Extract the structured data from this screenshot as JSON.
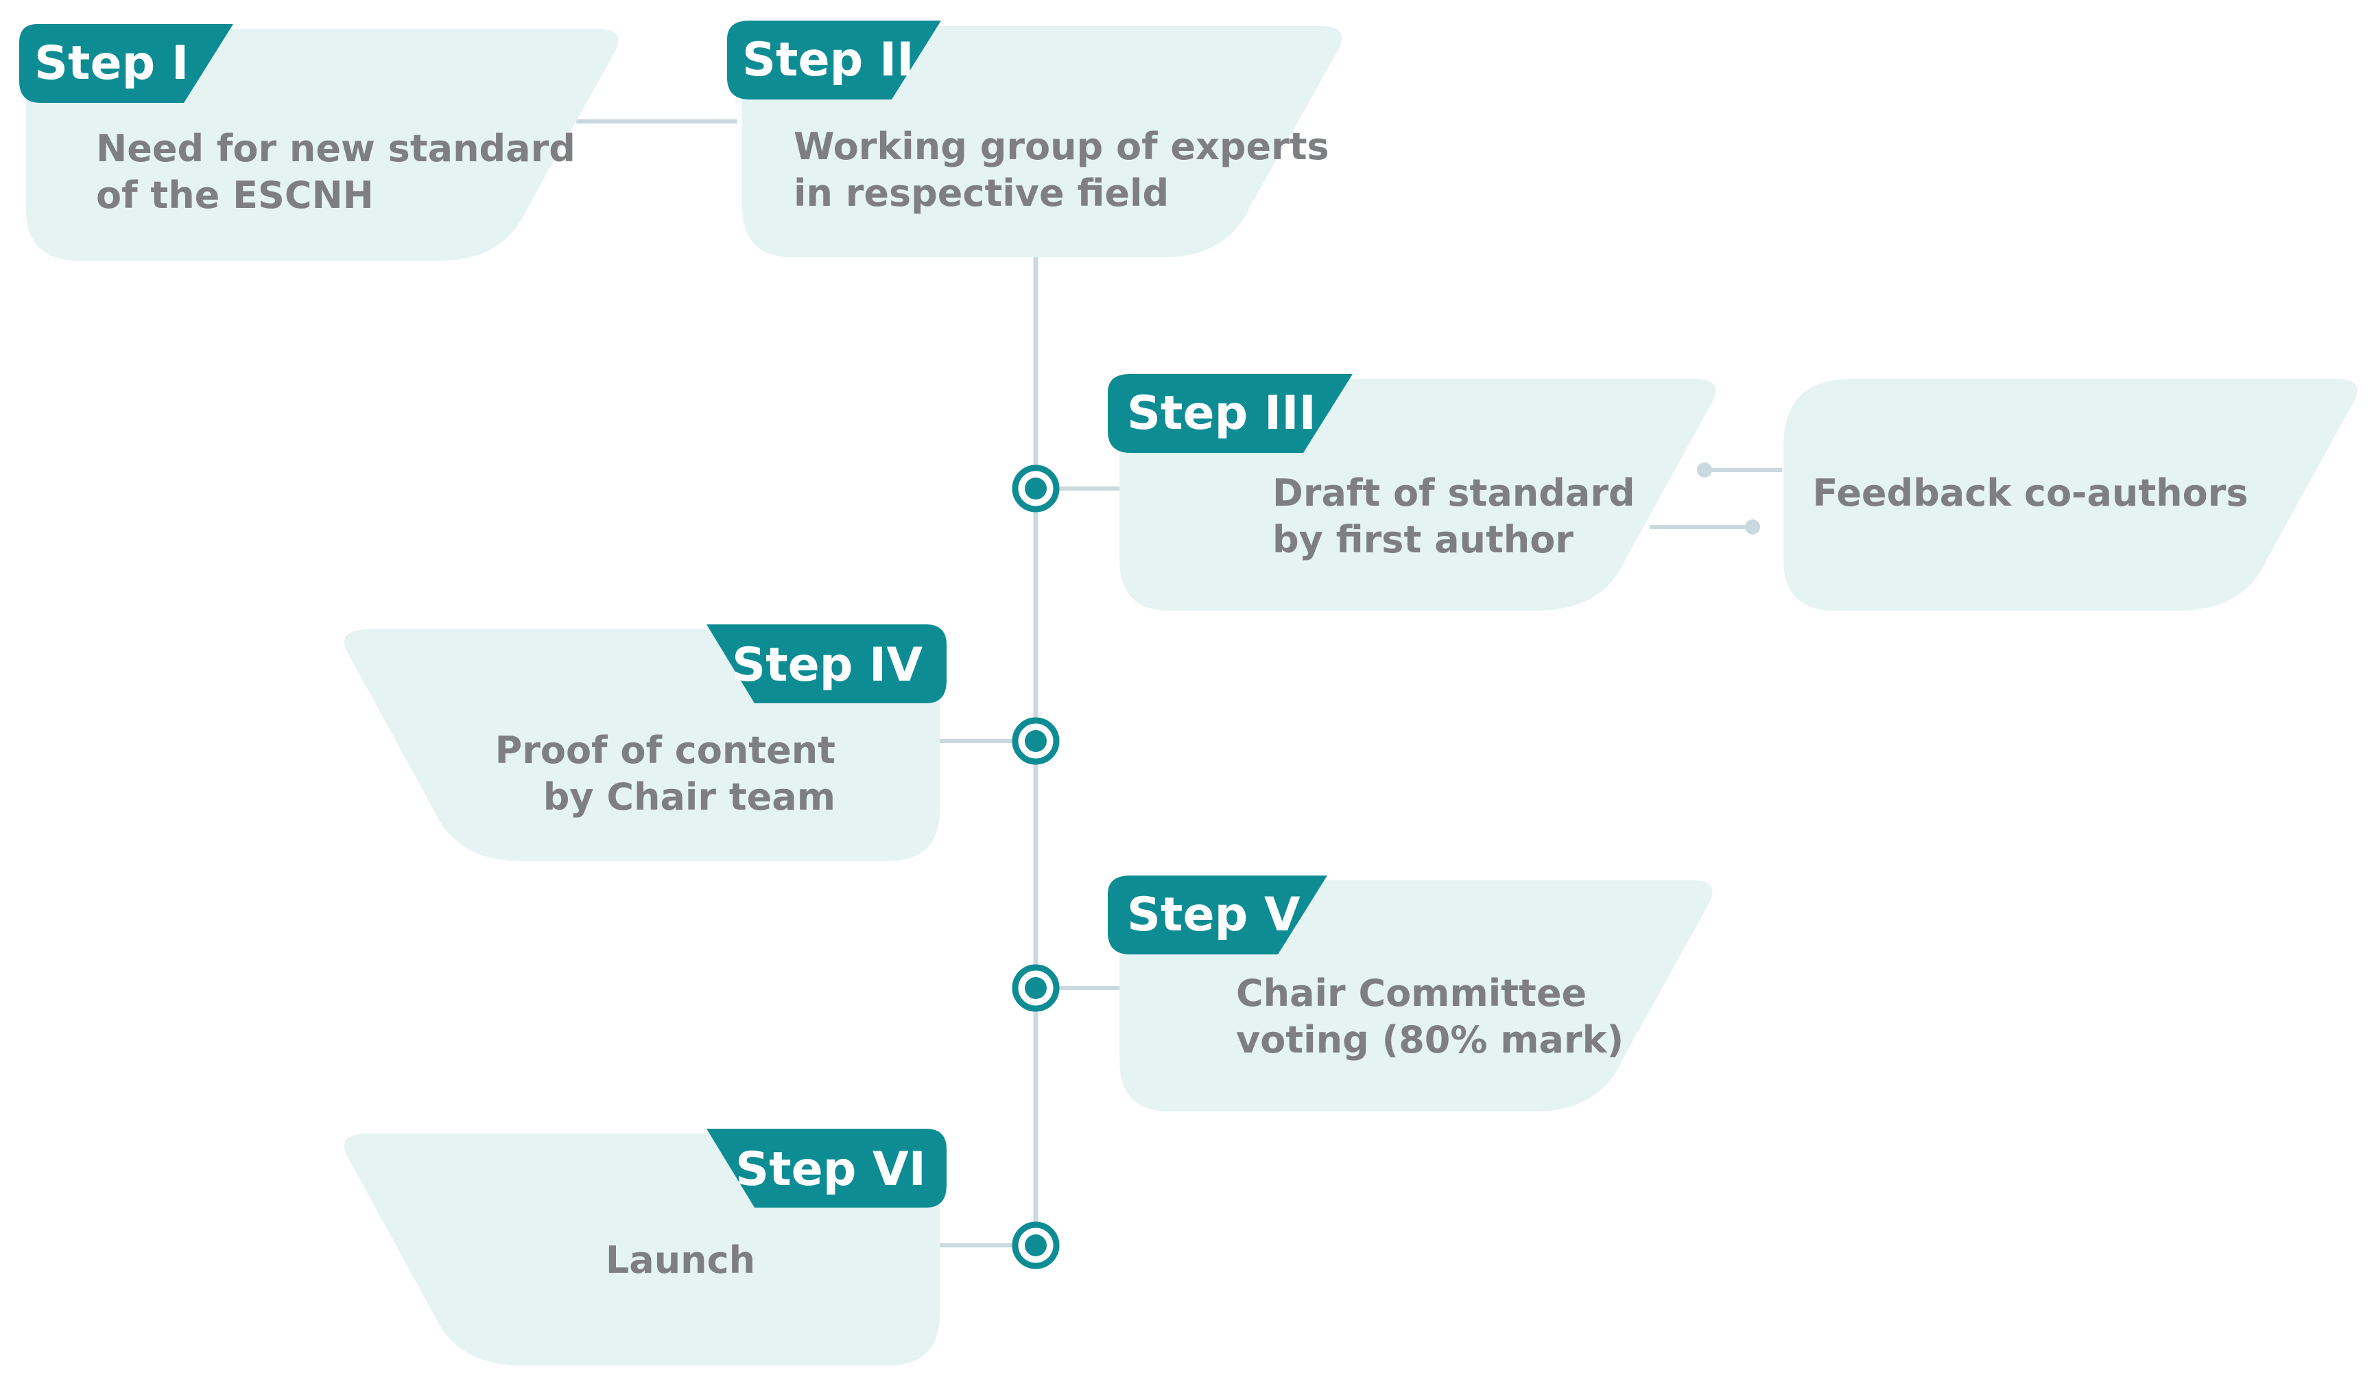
{
  "colors": {
    "box_fill": "#e6f3f3",
    "tab_fill": "#0e8c94",
    "connector": "#c9d9df",
    "node_ring": "#0e8c94",
    "box_text": "#7e7f82",
    "tab_text": "#ffffff"
  },
  "steps": [
    {
      "tab": "Step I",
      "lines": [
        "Need for new standard",
        "of the ESCNH"
      ]
    },
    {
      "tab": "Step II",
      "lines": [
        "Working group of experts",
        "in respective field"
      ]
    },
    {
      "tab": "Step III",
      "lines": [
        "Draft of standard",
        "by first author"
      ]
    },
    {
      "tab": "Step IV",
      "lines": [
        "Proof of content",
        "by Chair team"
      ]
    },
    {
      "tab": "Step V",
      "lines": [
        "Chair Committee",
        "voting (80% mark)"
      ]
    },
    {
      "tab": "Step VI",
      "lines": [
        "Launch"
      ]
    }
  ],
  "feedback": {
    "lines": [
      "Feedback co-authors"
    ]
  }
}
